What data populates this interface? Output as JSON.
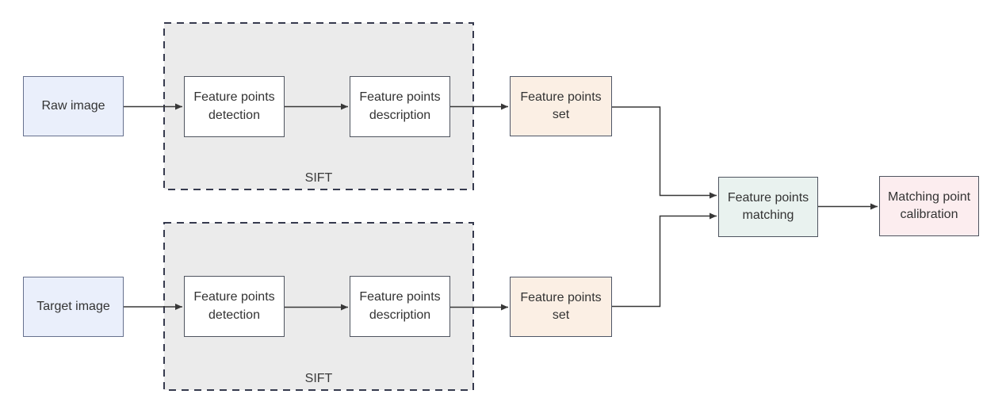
{
  "diagram": {
    "groups": [
      {
        "label": "SIFT"
      },
      {
        "label": "SIFT"
      }
    ],
    "nodes": [
      {
        "label": "Raw image"
      },
      {
        "label": "Feature points detection"
      },
      {
        "label": "Feature points description"
      },
      {
        "label": "Feature points set"
      },
      {
        "label": "Target image"
      },
      {
        "label": "Feature points detection"
      },
      {
        "label": "Feature points description"
      },
      {
        "label": "Feature points set"
      },
      {
        "label": "Feature points matching"
      },
      {
        "label": "Matching point calibration"
      }
    ],
    "colors": {
      "input_fill": "#eaeffb",
      "input_border": "#67718e",
      "process_fill": "#ffffff",
      "process_border": "#4f545f",
      "set_fill": "#fbefe4",
      "set_border": "#4e5566",
      "matching_fill": "#e9f2ef",
      "calibration_fill": "#fcedef",
      "group_fill": "#ebebeb",
      "group_border": "#363a4e",
      "arrow": "#383838",
      "text": "#333333"
    }
  }
}
